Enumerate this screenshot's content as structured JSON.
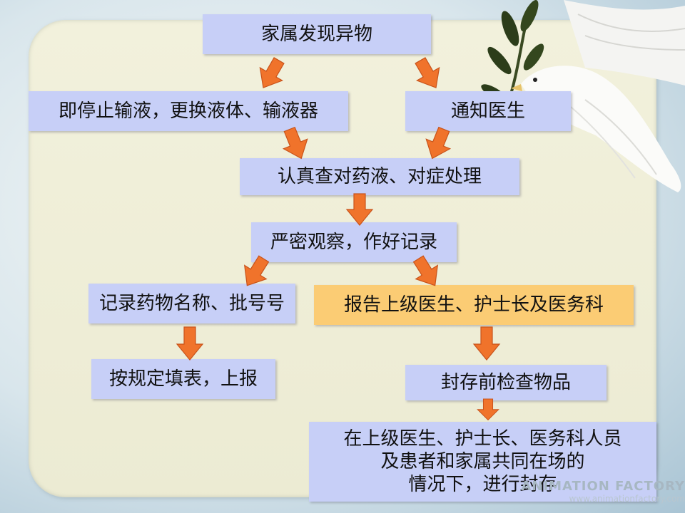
{
  "diagram": {
    "nodes": [
      {
        "id": "n1",
        "text": "家属发现异物"
      },
      {
        "id": "n2",
        "text": "即停止输液，更换液体、输液器"
      },
      {
        "id": "n3",
        "text": "通知医生"
      },
      {
        "id": "n4",
        "text": "认真查对药液、对症处理"
      },
      {
        "id": "n5",
        "text": "严密观察，作好记录"
      },
      {
        "id": "n6",
        "text": "记录药物名称、批号号"
      },
      {
        "id": "n7",
        "text": "报告上级医生、护士长及医务科"
      },
      {
        "id": "n8",
        "text": "按规定填表，上报"
      },
      {
        "id": "n9",
        "text": "封存前检查物品"
      },
      {
        "id": "n10",
        "lines": [
          "在上级医生、护士长、医务科人员",
          "及患者和家属共同在场的",
          "情况下，进行封存"
        ]
      }
    ],
    "edges": [
      {
        "from": "n1",
        "to": "n2"
      },
      {
        "from": "n1",
        "to": "n3"
      },
      {
        "from": "n2",
        "to": "n4"
      },
      {
        "from": "n3",
        "to": "n4"
      },
      {
        "from": "n4",
        "to": "n5"
      },
      {
        "from": "n5",
        "to": "n6"
      },
      {
        "from": "n5",
        "to": "n7"
      },
      {
        "from": "n6",
        "to": "n8"
      },
      {
        "from": "n7",
        "to": "n9"
      },
      {
        "from": "n9",
        "to": "n10"
      }
    ]
  },
  "watermark": {
    "brand": "ANIMATION FACTORY",
    "url": "www.animationfactory.com"
  },
  "colors": {
    "node_fill": "#c7cff7",
    "highlight_fill": "#fbcc74",
    "arrow": "#f0732b",
    "panel": "#f2f1dc"
  }
}
